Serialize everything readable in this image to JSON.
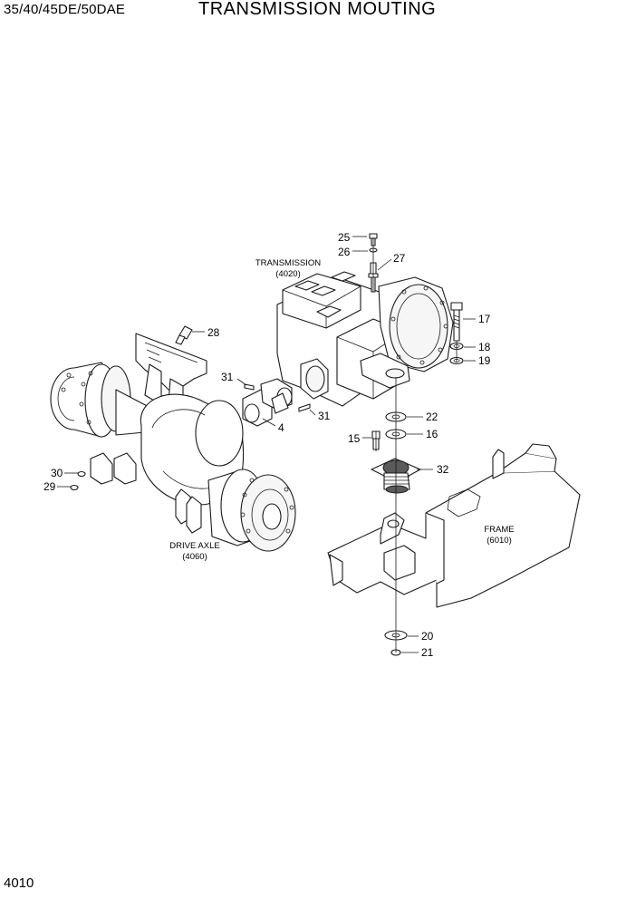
{
  "header": {
    "model": "35/40/45DE/50DAE",
    "title": "TRANSMISSION MOUTING"
  },
  "page_number": "4010",
  "assemblies": {
    "transmission": {
      "name": "TRANSMISSION",
      "code": "(4020)"
    },
    "drive_axle": {
      "name": "DRIVE AXLE",
      "code": "(4060)"
    },
    "frame": {
      "name": "FRAME",
      "code": "(6010)"
    }
  },
  "callouts": {
    "c25": "25",
    "c26": "26",
    "c27": "27",
    "c28": "28",
    "c31a": "31",
    "c31b": "31",
    "c4": "4",
    "c17": "17",
    "c18": "18",
    "c19": "19",
    "c22": "22",
    "c16": "16",
    "c15": "15",
    "c32": "32",
    "c30": "30",
    "c29": "29",
    "c20": "20",
    "c21": "21"
  }
}
